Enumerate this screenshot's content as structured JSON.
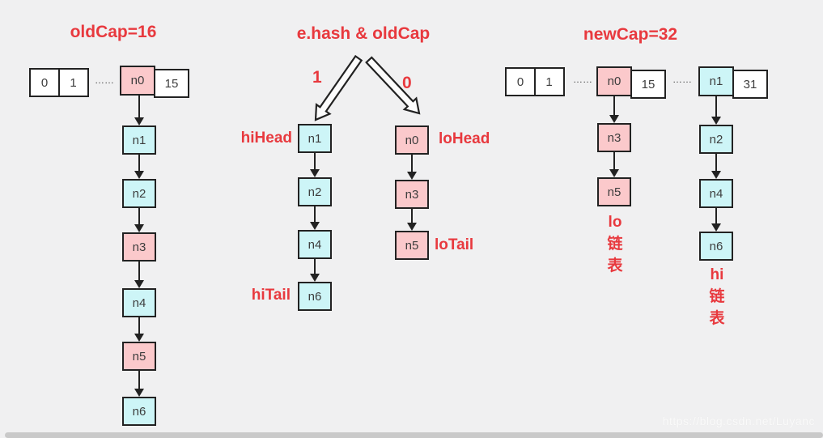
{
  "colors": {
    "background": "#f0f0f1",
    "pink_node": "#fbc9cb",
    "cyan_node": "#cdf5f7",
    "node_border": "#222222",
    "accent_red": "#e8393e",
    "node_text": "#3d3d3d",
    "scrollbar": "#c9c9c9"
  },
  "old": {
    "title": "oldCap=16",
    "array": {
      "cell0": "0",
      "cell1": "1",
      "dots": "……",
      "bucket": "n0",
      "last_index": "15"
    },
    "chain": [
      {
        "label": "n1",
        "fill": "#cdf5f7"
      },
      {
        "label": "n2",
        "fill": "#cdf5f7"
      },
      {
        "label": "n3",
        "fill": "#fbc9cb"
      },
      {
        "label": "n4",
        "fill": "#cdf5f7"
      },
      {
        "label": "n5",
        "fill": "#fbc9cb"
      },
      {
        "label": "n6",
        "fill": "#cdf5f7"
      }
    ]
  },
  "split": {
    "title": "e.hash & oldCap",
    "branch_one": "1",
    "branch_zero": "0",
    "hi_head": "hiHead",
    "hi_tail": "hiTail",
    "lo_head": "loHead",
    "lo_tail": "loTail",
    "hi_chain": [
      {
        "label": "n1",
        "fill": "#cdf5f7"
      },
      {
        "label": "n2",
        "fill": "#cdf5f7"
      },
      {
        "label": "n4",
        "fill": "#cdf5f7"
      },
      {
        "label": "n6",
        "fill": "#cdf5f7"
      }
    ],
    "lo_chain": [
      {
        "label": "n0",
        "fill": "#fbc9cb"
      },
      {
        "label": "n3",
        "fill": "#fbc9cb"
      },
      {
        "label": "n5",
        "fill": "#fbc9cb"
      }
    ]
  },
  "new": {
    "title": "newCap=32",
    "array": {
      "cell0": "0",
      "cell1": "1",
      "dots1": "……",
      "bucket_lo": "n0",
      "index15": "15",
      "dots2": "……",
      "bucket_hi": "n1",
      "index31": "31"
    },
    "lo_chain": [
      {
        "label": "n3",
        "fill": "#fbc9cb"
      },
      {
        "label": "n5",
        "fill": "#fbc9cb"
      }
    ],
    "hi_chain": [
      {
        "label": "n2",
        "fill": "#cdf5f7"
      },
      {
        "label": "n4",
        "fill": "#cdf5f7"
      },
      {
        "label": "n6",
        "fill": "#cdf5f7"
      }
    ],
    "lo_label": "lo\n链\n表",
    "hi_label": "hi\n链\n表"
  },
  "watermark": "https://blog.csdn.net/Luyanc"
}
